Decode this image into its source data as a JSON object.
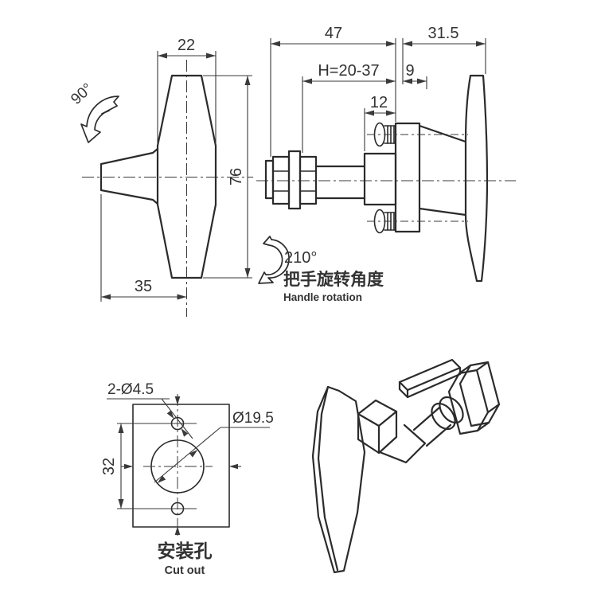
{
  "colors": {
    "background": "#ffffff",
    "line": "#2b2b2b",
    "dim": "#3a3a3a",
    "text": "#333333"
  },
  "front_view": {
    "dim_grip_width": "22",
    "dim_handle_length": "76",
    "dim_arm_length": "35",
    "rotation_angle": "90°"
  },
  "side_view": {
    "dim_body_length": "47",
    "dim_handle_depth": "31.5",
    "dim_grip_range": "H=20-37",
    "dim_panel_max": "9",
    "dim_hub_length": "12",
    "rotation_angle": "210°",
    "rotation_label_zh": "把手旋转角度",
    "rotation_label_en": "Handle rotation"
  },
  "cutout_view": {
    "dim_small_holes": "2-Ø4.5",
    "dim_main_hole": "Ø19.5",
    "dim_hole_spacing": "32",
    "caption_zh": "安装孔",
    "caption_en": "Cut out"
  }
}
